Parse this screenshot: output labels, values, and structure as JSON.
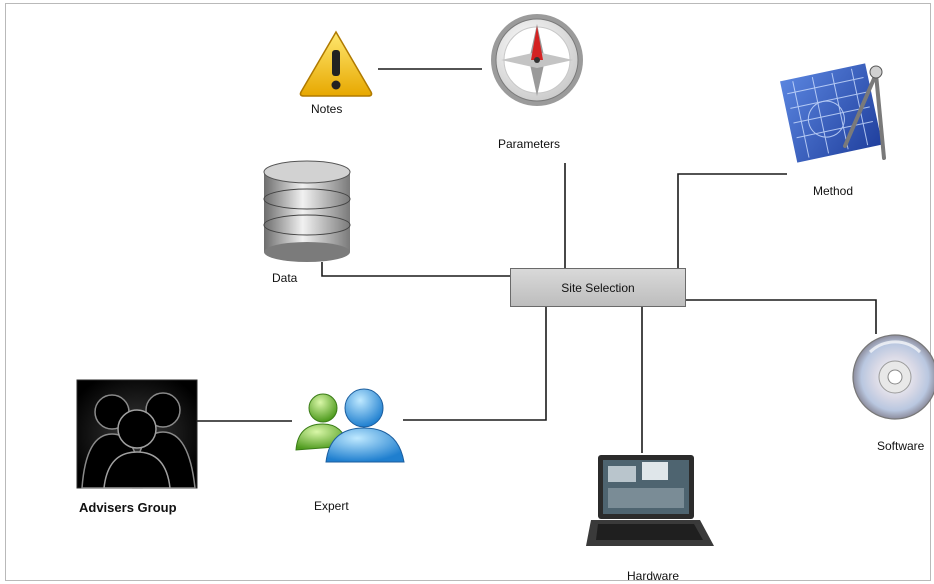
{
  "diagram": {
    "center": {
      "label": "Site Selection"
    },
    "nodes": {
      "notes": {
        "label": "Notes",
        "icon": "warning-icon"
      },
      "parameters": {
        "label": "Parameters",
        "icon": "compass-icon"
      },
      "method": {
        "label": "Method",
        "icon": "drafting-compass-icon"
      },
      "data": {
        "label": "Data",
        "icon": "database-icon"
      },
      "software": {
        "label": "Software",
        "icon": "cd-disc-icon"
      },
      "hardware": {
        "label": "Hardware",
        "icon": "laptop-icon"
      },
      "expert": {
        "label": "Expert",
        "icon": "users-icon"
      },
      "advisers": {
        "label": "Advisers Group",
        "icon": "group-silhouette-icon"
      }
    },
    "edges": [
      [
        "notes",
        "parameters"
      ],
      [
        "parameters",
        "center"
      ],
      [
        "method",
        "center"
      ],
      [
        "data",
        "center"
      ],
      [
        "software",
        "center"
      ],
      [
        "hardware",
        "center"
      ],
      [
        "expert",
        "center"
      ],
      [
        "advisers",
        "expert"
      ]
    ]
  }
}
